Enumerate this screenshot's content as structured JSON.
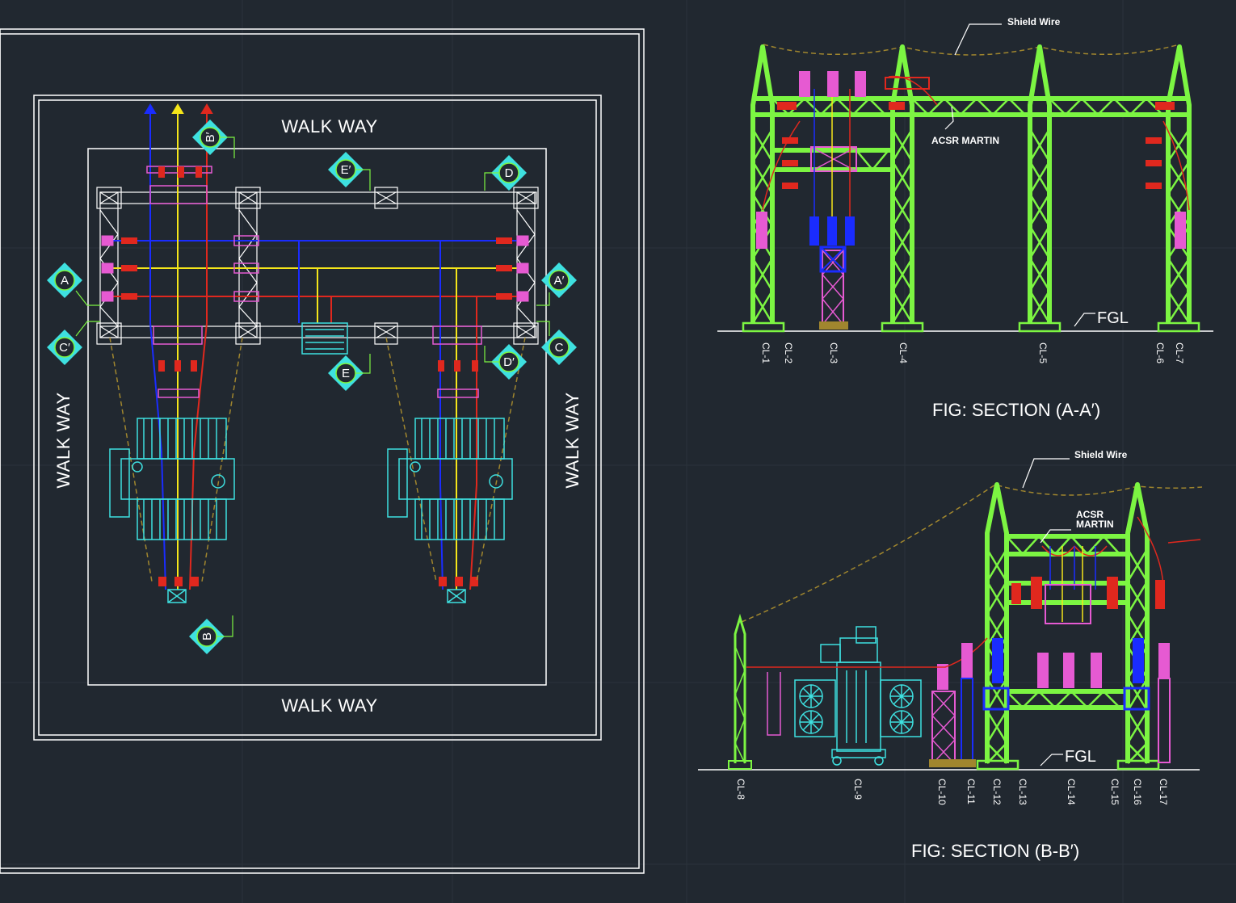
{
  "plan": {
    "walkway_labels": {
      "top": "WALK WAY",
      "bottom": "WALK WAY",
      "left": "WALK WAY",
      "right": "WALK WAY"
    },
    "section_markers": {
      "a": "A",
      "a_prime": "A′",
      "b": "B",
      "b_prime": "B′",
      "c": "C",
      "c_prime": "C′",
      "d": "D",
      "d_prime": "D′",
      "e": "E",
      "e_prime": "E′"
    }
  },
  "section_aa": {
    "title": "FIG: SECTION (A-A′)",
    "shield_wire_label": "Shield Wire",
    "conductor_label": "ACSR MARTIN",
    "ground_label": "FGL",
    "centerlines": [
      "CL-1",
      "CL-2",
      "CL-3",
      "CL-4",
      "CL-5",
      "CL-6",
      "CL-7"
    ]
  },
  "section_bb": {
    "title": "FIG: SECTION (B-B′)",
    "shield_wire_label": "Shield Wire",
    "conductor_label_line1": "ACSR",
    "conductor_label_line2": "MARTIN",
    "ground_label": "FGL",
    "centerlines": [
      "CL-8",
      "CL-9",
      "CL-10",
      "CL-11",
      "CL-12",
      "CL-13",
      "CL-14",
      "CL-15",
      "CL-16",
      "CL-17"
    ]
  },
  "colors": {
    "background": "#212830",
    "outline": "#ffffff",
    "structure_green": "#7cf542",
    "phase_blue": "#1a2cff",
    "phase_yellow": "#f5e61a",
    "phase_red": "#e0281e",
    "equipment_magenta": "#e65ad2",
    "transformer_cyan": "#3ee0e0",
    "shield_wire": "#a0862e"
  }
}
